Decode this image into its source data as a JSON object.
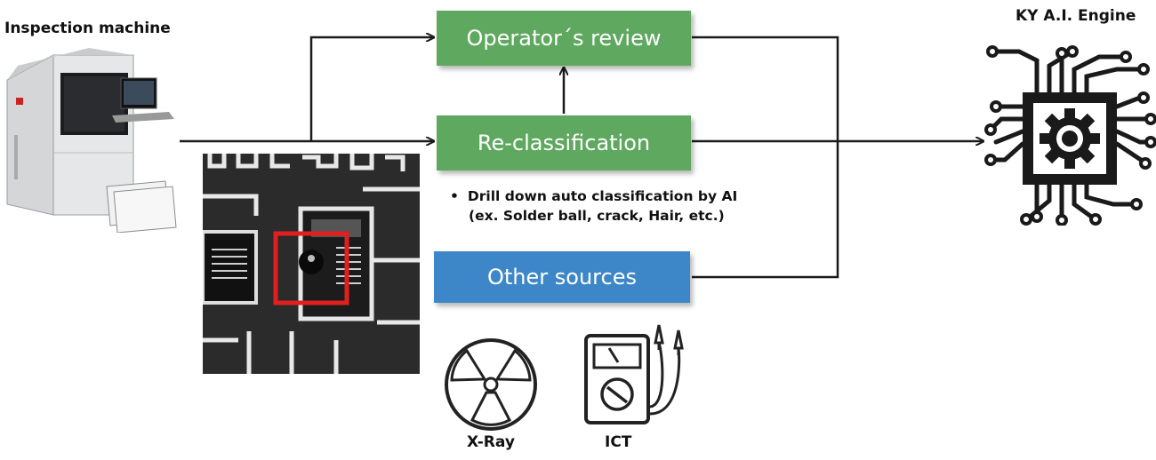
{
  "labels": {
    "inspection_machine": "Inspection machine",
    "engine": "KY A.I. Engine",
    "xray": "X-Ray",
    "ict": "ICT"
  },
  "boxes": {
    "operator_review": "Operator´s review",
    "reclassification": "Re-classification",
    "other_sources": "Other sources"
  },
  "note": {
    "line1": "Drill down auto classification by AI",
    "line2": "(ex. Solder ball, crack, Hair, etc.)"
  },
  "colors": {
    "green": "#5fa85f",
    "blue": "#3d87c9",
    "arrow": "#1a1a1a",
    "highlight": "#e02020"
  },
  "icons": {
    "machine": "inspection-machine-icon",
    "pcb": "pcb-defect-image",
    "engine": "ai-chip-icon",
    "xray": "radiation-icon",
    "ict": "multimeter-icon"
  }
}
